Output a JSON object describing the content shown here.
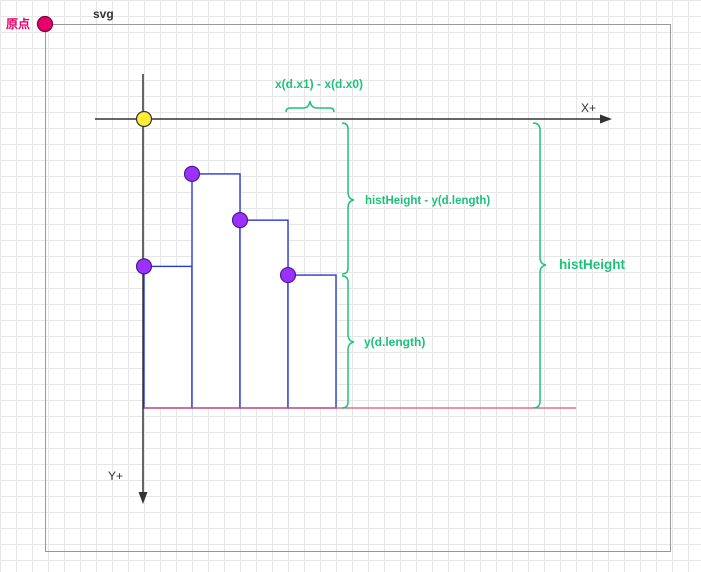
{
  "origin": {
    "label": "原点",
    "color": "#e6006e"
  },
  "svg_label": "svg",
  "axes": {
    "x_label": "X+",
    "y_label": "Y+"
  },
  "annotations": {
    "bin_width": "x(d.x1) - x(d.x0)",
    "bar_top_gap": "histHeight - y(d.length)",
    "bar_height": "y(d.length)",
    "total_height": "histHeight"
  },
  "colors": {
    "bar_stroke": "#2a3bd1",
    "point_fill": "#9b30ff",
    "point_stroke": "#4b1d8a",
    "origin_point_fill": "#ffee33",
    "annotation": "#1dc27a",
    "baseline": "#e0506a",
    "axis": "#333333",
    "svg_border": "#999999"
  },
  "chart_data": {
    "type": "bar",
    "bars": [
      {
        "relative_height": 0.49
      },
      {
        "relative_height": 0.81
      },
      {
        "relative_height": 0.65
      },
      {
        "relative_height": 0.46
      }
    ]
  }
}
